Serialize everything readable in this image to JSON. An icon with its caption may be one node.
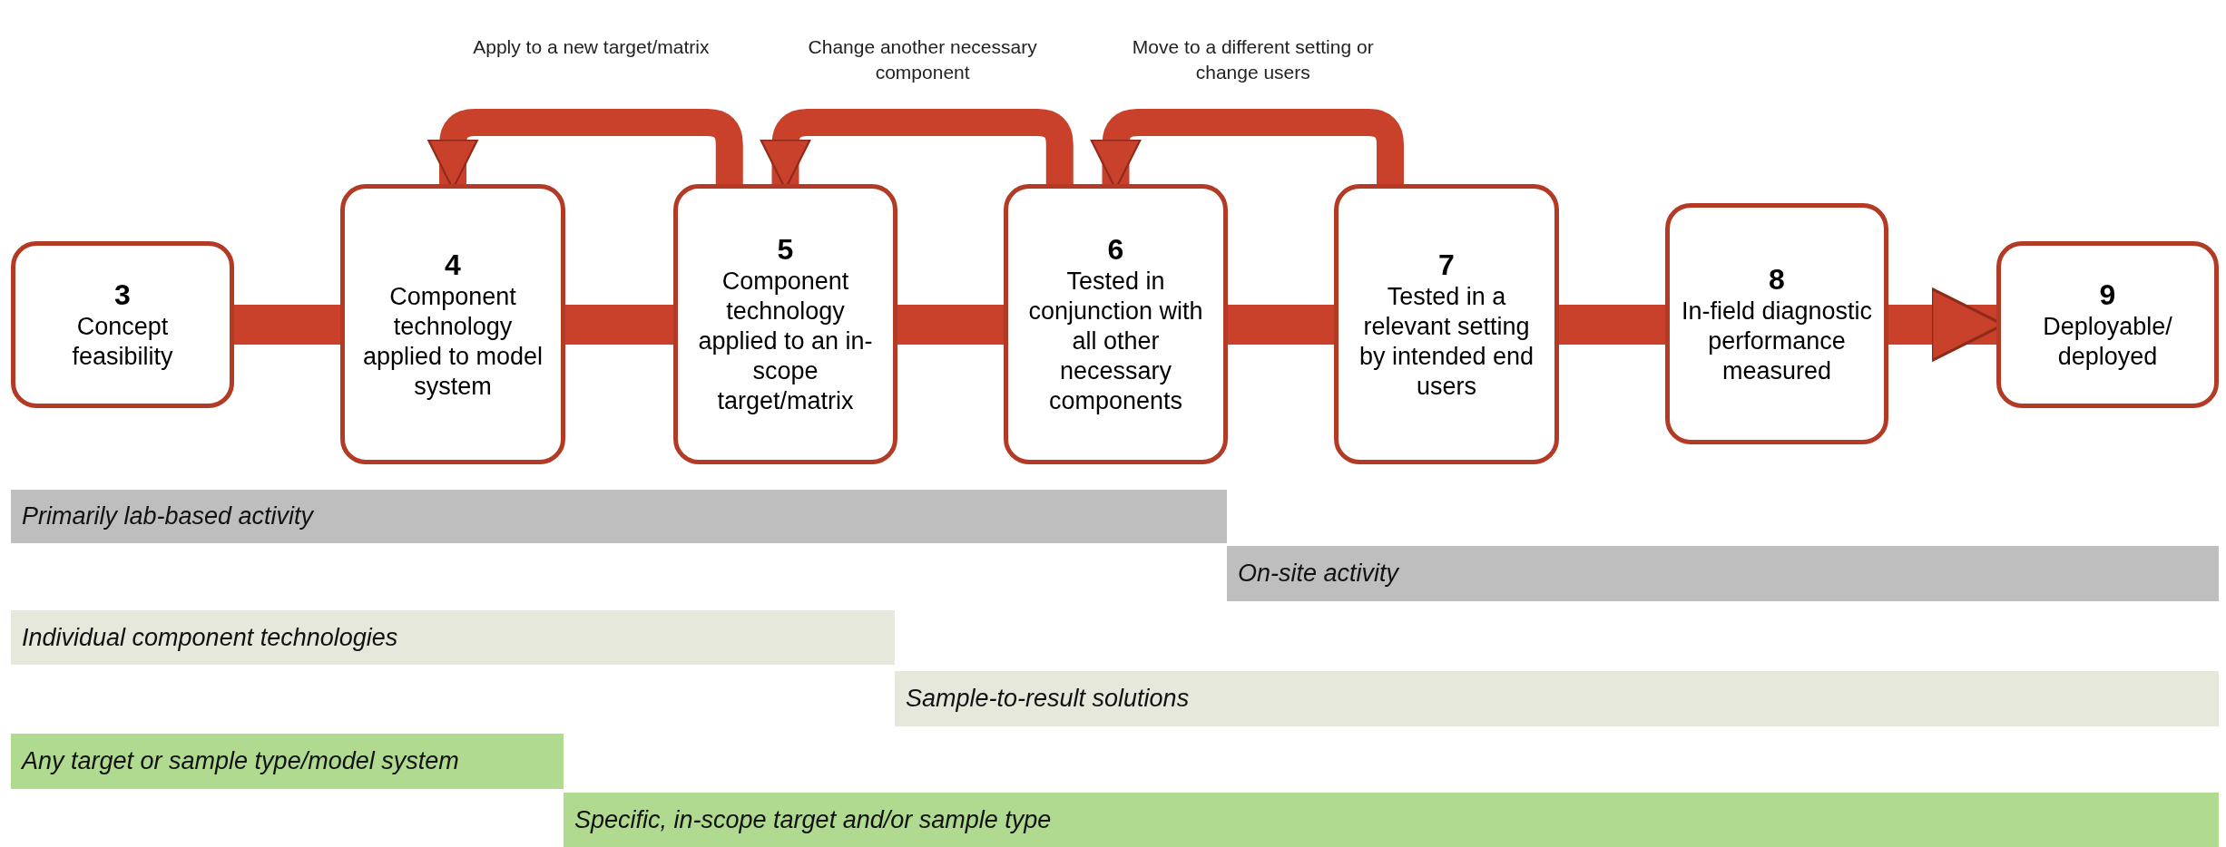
{
  "diagram": {
    "nodes": [
      {
        "text": [
          "3",
          "Concept feasibility"
        ]
      },
      {
        "text": [
          "4",
          "Component technology applied to model system"
        ]
      },
      {
        "text": [
          "5",
          "Component technology applied to an in-scope target/matrix"
        ]
      },
      {
        "text": [
          "6",
          "Tested in conjunction with all other necessary components"
        ]
      },
      {
        "text": [
          "7",
          "Tested in a relevant setting by intended end users"
        ]
      },
      {
        "text": [
          "8",
          "In-field diagnostic performance measured"
        ]
      },
      {
        "text": [
          "9",
          "Deployable/ deployed"
        ]
      },
      {
        "text": [
          "Primarily lab-based activity"
        ]
      },
      {
        "text": [
          "On-site activity"
        ]
      },
      {
        "text": [
          "Individual component technologies"
        ]
      },
      {
        "text": [
          "Sample-to-result solutions"
        ]
      },
      {
        "text": [
          "Any target or sample type/model system"
        ]
      },
      {
        "text": [
          "Specific, in-scope target and/or sample type"
        ]
      }
    ],
    "edges": [
      {
        "from": 0,
        "to": 1,
        "arrow": "none"
      },
      {
        "from": 1,
        "to": 2,
        "arrow": "none"
      },
      {
        "from": 2,
        "to": 3,
        "arrow": "none"
      },
      {
        "from": 3,
        "to": 4,
        "arrow": "none"
      },
      {
        "from": 4,
        "to": 5,
        "arrow": "none"
      },
      {
        "from": 5,
        "to": 6,
        "arrow": "to"
      },
      {
        "from": 2,
        "to": 1,
        "arrow": "to",
        "label": "Apply to a new target/matrix"
      },
      {
        "from": 3,
        "to": 2,
        "arrow": "to",
        "label": "Change another necessary component"
      },
      {
        "from": 4,
        "to": 3,
        "arrow": "to",
        "label": "Move to a different setting or change users"
      }
    ]
  }
}
